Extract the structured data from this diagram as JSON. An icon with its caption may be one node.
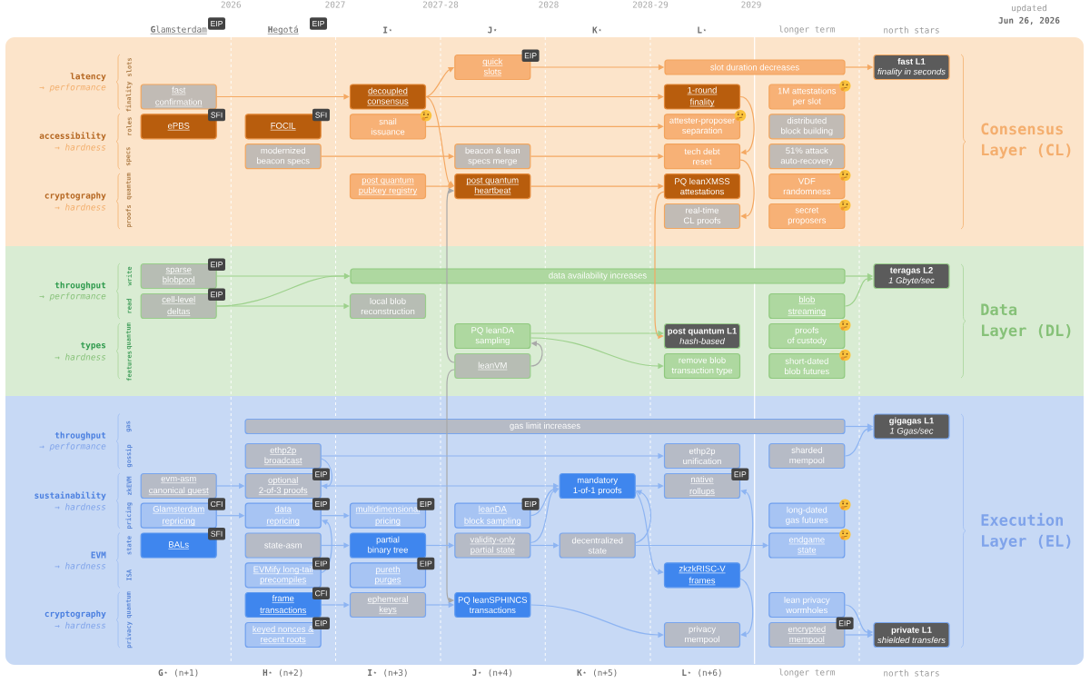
{
  "diagram": {
    "nodes": [
      {
        "text": [
          "Consensus Layer (CL)"
        ]
      },
      {
        "text": [
          "quick slots"
        ],
        "in": 0,
        "beside": [
          "EIP"
        ]
      },
      {
        "text": [
          "slot duration decreases"
        ],
        "in": 0
      },
      {
        "text": [
          "fast L1",
          "finality in seconds"
        ],
        "in": 0
      },
      {
        "text": [
          "fast confirmation"
        ],
        "in": 0
      },
      {
        "text": [
          "decoupled consensus"
        ],
        "in": 0
      },
      {
        "text": [
          "1-round finality"
        ],
        "in": 0
      },
      {
        "text": [
          "1M attestations per slot"
        ],
        "in": 0
      },
      {
        "text": [
          "ePBS"
        ],
        "in": 0,
        "beside": [
          "SFI"
        ]
      },
      {
        "text": [
          "FOCIL"
        ],
        "in": 0,
        "beside": [
          "SFI"
        ]
      },
      {
        "text": [
          "snail issuance"
        ],
        "in": 0
      },
      {
        "text": [
          "attester-proposer separation"
        ],
        "in": 0
      },
      {
        "text": [
          "distributed block building"
        ],
        "in": 0
      },
      {
        "text": [
          "modernized beacon specs"
        ],
        "in": 0
      },
      {
        "text": [
          "beacon & lean specs merge"
        ],
        "in": 0
      },
      {
        "text": [
          "tech debt reset"
        ],
        "in": 0
      },
      {
        "text": [
          "51% attack auto-recovery"
        ],
        "in": 0
      },
      {
        "text": [
          "post quantum pubkey registry"
        ],
        "in": 0
      },
      {
        "text": [
          "post quantum heartbeat"
        ],
        "in": 0
      },
      {
        "text": [
          "PQ leanXMSS attestations"
        ],
        "in": 0
      },
      {
        "text": [
          "VDF randomness"
        ],
        "in": 0
      },
      {
        "text": [
          "real-time CL proofs"
        ],
        "in": 0
      },
      {
        "text": [
          "secret proposers"
        ],
        "in": 0
      },
      {
        "text": [
          "Data Layer (DL)"
        ]
      },
      {
        "text": [
          "sparse blobpool"
        ],
        "in": 23,
        "beside": [
          "EIP"
        ]
      },
      {
        "text": [
          "data availability increases"
        ],
        "in": 23
      },
      {
        "text": [
          "teragas L2",
          "1 Gbyte/sec"
        ],
        "in": 23
      },
      {
        "text": [
          "cell-level deltas"
        ],
        "in": 23,
        "beside": [
          "EIP"
        ]
      },
      {
        "text": [
          "local blob reconstruction"
        ],
        "in": 23
      },
      {
        "text": [
          "blob streaming"
        ],
        "in": 23
      },
      {
        "text": [
          "PQ leanDA sampling"
        ],
        "in": 23
      },
      {
        "text": [
          "post quantum L1",
          "hash-based"
        ],
        "in": 23
      },
      {
        "text": [
          "proofs of custody"
        ],
        "in": 23
      },
      {
        "text": [
          "leanVM"
        ],
        "in": 23
      },
      {
        "text": [
          "remove blob transaction type"
        ],
        "in": 23
      },
      {
        "text": [
          "short-dated blob futures"
        ],
        "in": 23
      },
      {
        "text": [
          "Execution Layer (EL)"
        ]
      },
      {
        "text": [
          "gas limit increases"
        ],
        "in": 36
      },
      {
        "text": [
          "gigagas L1",
          "1 Ggas/sec"
        ],
        "in": 36
      },
      {
        "text": [
          "ethp2p broadcast"
        ],
        "in": 36
      },
      {
        "text": [
          "ethp2p unification"
        ],
        "in": 36
      },
      {
        "text": [
          "sharded mempool"
        ],
        "in": 36
      },
      {
        "text": [
          "evm-asm canonical guest"
        ],
        "in": 36
      },
      {
        "text": [
          "optional 2-of-3 proofs"
        ],
        "in": 36,
        "beside": [
          "EIP"
        ]
      },
      {
        "text": [
          "mandatory 1-of-1 proofs"
        ],
        "in": 36
      },
      {
        "text": [
          "native rollups"
        ],
        "in": 36,
        "beside": [
          "EIP"
        ]
      },
      {
        "text": [
          "Glamsterdam repricing"
        ],
        "in": 36,
        "beside": [
          "CFI"
        ]
      },
      {
        "text": [
          "data repricing"
        ],
        "in": 36,
        "beside": [
          "EIP"
        ]
      },
      {
        "text": [
          "multidimensional pricing"
        ],
        "in": 36,
        "beside": [
          "EIP"
        ]
      },
      {
        "text": [
          "leanDA block sampling"
        ],
        "in": 36,
        "beside": [
          "EIP"
        ]
      },
      {
        "text": [
          "long-dated gas futures"
        ],
        "in": 36
      },
      {
        "text": [
          "BALs"
        ],
        "in": 36,
        "beside": [
          "SFI"
        ]
      },
      {
        "text": [
          "state-asm"
        ],
        "in": 36
      },
      {
        "text": [
          "partial binary tree"
        ],
        "in": 36
      },
      {
        "text": [
          "validity-only partial state"
        ],
        "in": 36
      },
      {
        "text": [
          "decentralized state"
        ],
        "in": 36
      },
      {
        "text": [
          "endgame state"
        ],
        "in": 36
      },
      {
        "text": [
          "EVMify long-tail precompiles"
        ],
        "in": 36,
        "beside": [
          "EIP"
        ]
      },
      {
        "text": [
          "pureth purges"
        ],
        "in": 36,
        "beside": [
          "EIP"
        ]
      },
      {
        "text": [
          "zkzkRISC-V frames"
        ],
        "in": 36
      },
      {
        "text": [
          "frame transactions"
        ],
        "in": 36,
        "beside": [
          "CFI"
        ]
      },
      {
        "text": [
          "ephemeral keys"
        ],
        "in": 36
      },
      {
        "text": [
          "PQ leanSPHINCS transactions"
        ],
        "in": 36
      },
      {
        "text": [
          "lean privacy wormholes"
        ],
        "in": 36
      },
      {
        "text": [
          "keyed nonces & recent roots"
        ],
        "in": 36,
        "beside": [
          "EIP"
        ]
      },
      {
        "text": [
          "privacy mempool"
        ],
        "in": 36
      },
      {
        "text": [
          "encrypted mempool"
        ],
        "in": 36,
        "beside": [
          "EIP"
        ]
      },
      {
        "text": [
          "private L1",
          "shielded transfers"
        ],
        "in": 36
      }
    ],
    "edges": [
      {
        "from": 4,
        "to": 5,
        "arrow": "to",
        "color": "#f4a862"
      },
      {
        "from": 5,
        "to": 1,
        "arrow": "to",
        "color": "#f4a862"
      },
      {
        "from": 5,
        "to": 6,
        "arrow": "to",
        "color": "#f4a862"
      },
      {
        "from": 5,
        "to": 18,
        "arrow": "to",
        "color": "#f4a862"
      },
      {
        "from": 10,
        "to": 11,
        "arrow": "to",
        "color": "#f4a862"
      },
      {
        "from": 13,
        "to": 14,
        "arrow": "to",
        "color": "#f4a862"
      },
      {
        "from": 17,
        "to": 18,
        "arrow": "to",
        "color": "#f4a862"
      },
      {
        "from": 1,
        "to": 2,
        "arrow": "to",
        "color": "#f4a862"
      },
      {
        "from": 2,
        "to": 3,
        "arrow": "to",
        "color": "#f4a862"
      },
      {
        "from": 6,
        "to": 15,
        "arrow": "to",
        "color": "#f4a862"
      },
      {
        "from": 14,
        "to": 15,
        "arrow": "to",
        "color": "#f4a862"
      },
      {
        "from": 15,
        "to": 21,
        "arrow": "to",
        "color": "#f4a862"
      },
      {
        "from": 18,
        "to": 19,
        "arrow": "to",
        "color": "#f4a862"
      },
      {
        "from": 19,
        "to": 31,
        "arrow": "to",
        "color": "#f4a862"
      },
      {
        "from": 33,
        "to": 18,
        "arrow": "to",
        "color": "#a8a8a8"
      },
      {
        "from": 24,
        "to": 25,
        "arrow": "to",
        "color": "#9dd18c"
      },
      {
        "from": 27,
        "to": 25,
        "arrow": "to",
        "color": "#9dd18c"
      },
      {
        "from": 27,
        "to": 28,
        "arrow": "to",
        "color": "#9dd18c"
      },
      {
        "from": 25,
        "to": 26,
        "arrow": "to",
        "color": "#9dd18c"
      },
      {
        "from": 29,
        "to": 26,
        "arrow": "to",
        "color": "#9dd18c"
      },
      {
        "from": 30,
        "to": 31,
        "arrow": "to",
        "color": "#9dd18c"
      },
      {
        "from": 33,
        "to": 30,
        "arrow": "to",
        "color": "#a8a8a8"
      },
      {
        "from": 30,
        "to": 34,
        "arrow": "to",
        "color": "#9dd18c"
      },
      {
        "from": 33,
        "to": 62,
        "arrow": "to",
        "color": "#a8a8a8"
      },
      {
        "from": 37,
        "to": 38,
        "arrow": "to"
      },
      {
        "from": 41,
        "to": 38,
        "arrow": "to"
      },
      {
        "from": 39,
        "to": 40,
        "arrow": "to"
      },
      {
        "from": 39,
        "to": 43,
        "arrow": "to"
      },
      {
        "from": 42,
        "to": 43,
        "arrow": "to"
      },
      {
        "from": 43,
        "to": 44,
        "arrow": "to"
      },
      {
        "from": 46,
        "to": 47,
        "arrow": "to"
      },
      {
        "from": 47,
        "to": 48,
        "arrow": "to"
      },
      {
        "from": 57,
        "to": 47,
        "arrow": "to"
      },
      {
        "from": 52,
        "to": 53,
        "arrow": "to"
      },
      {
        "from": 53,
        "to": 54,
        "arrow": "to"
      },
      {
        "from": 49,
        "to": 44,
        "arrow": "to"
      },
      {
        "from": 54,
        "to": 44,
        "arrow": "to"
      },
      {
        "from": 54,
        "to": 55,
        "arrow": "to"
      },
      {
        "from": 44,
        "to": 45,
        "arrow": "to"
      },
      {
        "from": 55,
        "to": 44,
        "arrow": "to"
      },
      {
        "from": 44,
        "to": 59,
        "arrow": "to"
      },
      {
        "from": 55,
        "to": 56,
        "arrow": "to"
      },
      {
        "from": 59,
        "to": 45,
        "arrow": "to"
      },
      {
        "from": 59,
        "to": 65,
        "arrow": "to"
      },
      {
        "from": 60,
        "to": 61,
        "arrow": "to"
      },
      {
        "from": 61,
        "to": 62,
        "arrow": "to"
      },
      {
        "from": 62,
        "to": 65,
        "arrow": "to"
      },
      {
        "from": 63,
        "to": 67,
        "arrow": "to"
      },
      {
        "from": 66,
        "to": 67,
        "arrow": "to"
      }
    ],
    "labels": [
      "2026",
      "2027",
      "2027-28",
      "2028",
      "2028-29",
      "2029",
      "updated",
      "Jun 26, 2026",
      "**G**lamsterdam",
      "EIP",
      "**H**egotá",
      "EIP",
      "**I**⋆",
      "**J**⋆",
      "**K**⋆",
      "**L**⋆",
      "longer term",
      "north stars",
      "latency",
      "→ performance",
      "slots",
      "finality",
      "accessibility",
      "→ hardness",
      "roles",
      "specs",
      "cryptography",
      "→ hardness",
      "quantum",
      "proofs",
      "throughput",
      "→ performance",
      "write",
      "read",
      "types",
      "→ hardness",
      "quantum",
      "features",
      "throughput",
      "→ performance",
      "gas",
      "gossip",
      "sustainability",
      "→ hardness",
      "zkEVM",
      "pricing",
      "EVM",
      "→ hardness",
      "state",
      "ISA",
      "cryptography",
      "→ hardness",
      "quantum",
      "privacy",
      "**G**⋆ (n+1)",
      "**H**⋆ (n+2)",
      "**I**⋆ (n+3)",
      "**J**⋆ (n+4)",
      "**K**⋆ (n+5)",
      "**L**⋆ (n+6)",
      "longer term",
      "north stars"
    ]
  }
}
